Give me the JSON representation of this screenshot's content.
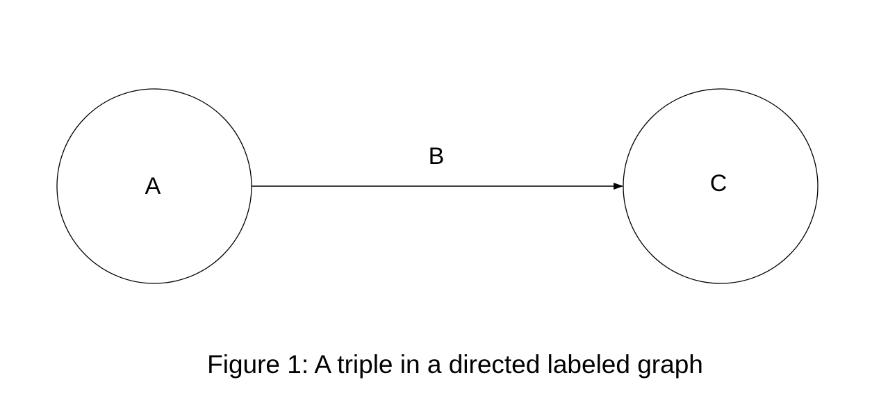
{
  "nodes": [
    {
      "id": "A",
      "label": "A"
    },
    {
      "id": "C",
      "label": "C"
    }
  ],
  "edge": {
    "from": "A",
    "to": "C",
    "label": "B"
  },
  "caption": "Figure 1: A triple in a directed labeled graph",
  "colors": {
    "stroke": "#000000",
    "background": "#ffffff"
  }
}
